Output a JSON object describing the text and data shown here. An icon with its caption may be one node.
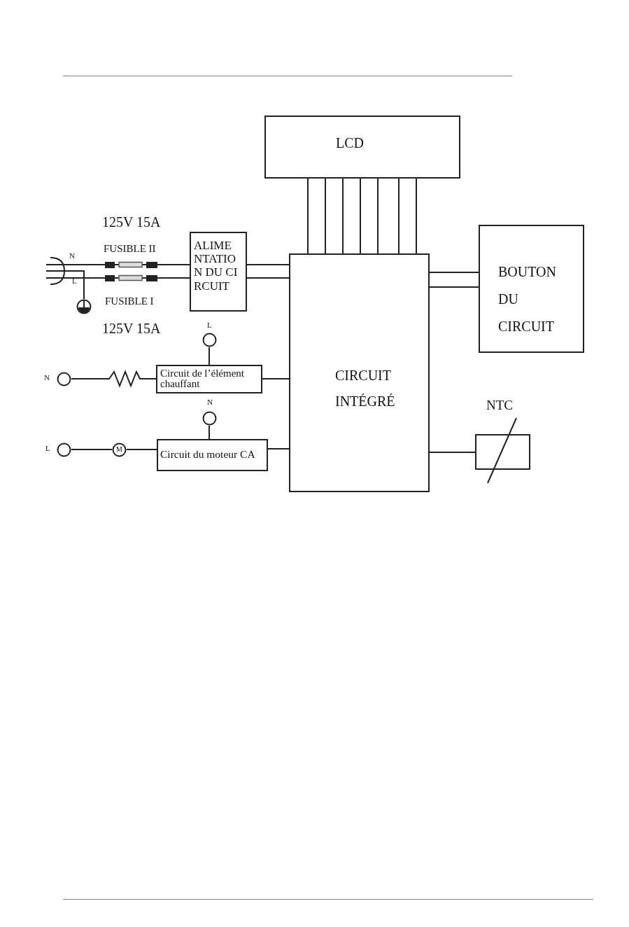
{
  "diagram": {
    "nodes": [
      {
        "text": [
          "LCD"
        ]
      },
      {
        "text": [
          "ALIMENTATION DU CIRCUIT"
        ]
      },
      {
        "text": [
          "CIRCUIT INTÉGRÉ"
        ]
      },
      {
        "text": [
          "BOUTON DU CIRCUIT"
        ]
      },
      {
        "text": [
          "Circuit de l’élément chauffant"
        ]
      },
      {
        "text": [
          "Circuit du moteur CA"
        ]
      },
      {
        "text": [
          "NTC"
        ]
      },
      {
        "text": [],
        "shape": "plug",
        "beside": [
          "N",
          "L"
        ]
      },
      {
        "text": [],
        "shape": "fuse",
        "beside": [
          "FUSIBLE II",
          "125V 15A"
        ]
      },
      {
        "text": [],
        "shape": "fuse",
        "beside": [
          "FUSIBLE I",
          "125V 15A"
        ]
      },
      {
        "text": [],
        "shape": "ground"
      },
      {
        "text": [],
        "shape": "circle",
        "beside": [
          "L"
        ]
      },
      {
        "text": [],
        "shape": "circle",
        "beside": [
          "N"
        ]
      },
      {
        "text": [],
        "shape": "resistor"
      },
      {
        "text": [],
        "shape": "circle",
        "beside": [
          "N"
        ]
      },
      {
        "text": [],
        "shape": "circle",
        "beside": [
          "L"
        ]
      },
      {
        "text": [
          "M"
        ]
      }
    ],
    "edges": [
      {
        "from": 0,
        "to": 2,
        "arrow": "none"
      },
      {
        "from": 0,
        "to": 2,
        "arrow": "none"
      },
      {
        "from": 0,
        "to": 2,
        "arrow": "none"
      },
      {
        "from": 0,
        "to": 2,
        "arrow": "none"
      },
      {
        "from": 0,
        "to": 2,
        "arrow": "none"
      },
      {
        "from": 0,
        "to": 2,
        "arrow": "none"
      },
      {
        "from": 0,
        "to": 2,
        "arrow": "none"
      },
      {
        "from": 7,
        "to": 8,
        "arrow": "none"
      },
      {
        "from": 8,
        "to": 1,
        "arrow": "none"
      },
      {
        "from": 7,
        "to": 9,
        "arrow": "none"
      },
      {
        "from": 9,
        "to": 1,
        "arrow": "none"
      },
      {
        "from": 7,
        "to": 10,
        "arrow": "none"
      },
      {
        "from": 1,
        "to": 2,
        "arrow": "none"
      },
      {
        "from": 1,
        "to": 2,
        "arrow": "none"
      },
      {
        "from": 2,
        "to": 3,
        "arrow": "none"
      },
      {
        "from": 2,
        "to": 3,
        "arrow": "none"
      },
      {
        "from": 12,
        "to": 13,
        "arrow": "none"
      },
      {
        "from": 13,
        "to": 4,
        "arrow": "none"
      },
      {
        "from": 11,
        "to": 4,
        "arrow": "none"
      },
      {
        "from": 4,
        "to": 2,
        "arrow": "none"
      },
      {
        "from": 15,
        "to": 16,
        "arrow": "none"
      },
      {
        "from": 16,
        "to": 5,
        "arrow": "none"
      },
      {
        "from": 14,
        "to": 5,
        "arrow": "none"
      },
      {
        "from": 5,
        "to": 2,
        "arrow": "none"
      },
      {
        "from": 2,
        "to": 6,
        "arrow": "none"
      }
    ]
  }
}
